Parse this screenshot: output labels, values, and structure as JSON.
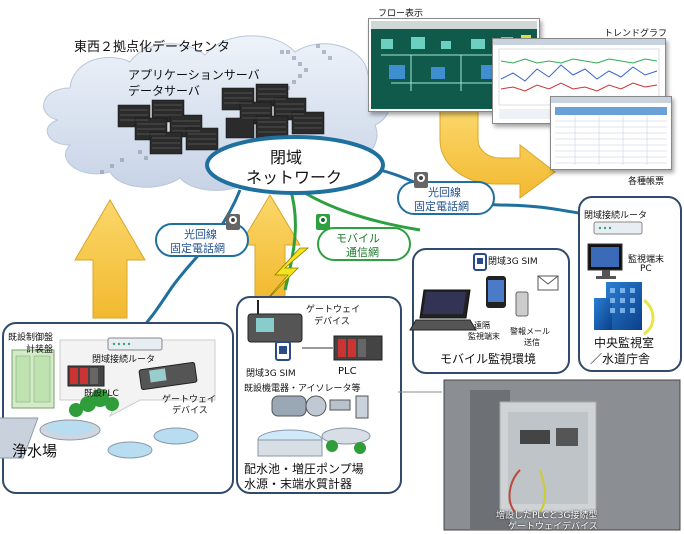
{
  "datacenter": {
    "title": "東西２拠点化データセンタ",
    "servers_line1": "アプリケーションサーバ",
    "servers_line2": "データサーバ"
  },
  "closed_network": {
    "line1": "閉域",
    "line2": "ネットワーク"
  },
  "screens": {
    "flow": "フロー表示",
    "trend": "トレンドグラフ",
    "reports": "各種帳票"
  },
  "links": {
    "optical_right_line1": "光回線",
    "optical_right_line2": "固定電話網",
    "optical_left_line1": "光回線",
    "optical_left_line2": "固定電話網",
    "mobile_line1": "モバイル",
    "mobile_line2": "通信網"
  },
  "water_plant": {
    "panel_line1": "既設制御盤",
    "panel_line2": "計装盤",
    "router": "閉域接続ルータ",
    "plc": "既設PLC",
    "gateway_line1": "ゲートウェイ",
    "gateway_line2": "デバイス",
    "name": "浄水場"
  },
  "pump_station": {
    "gateway_line1": "ゲートウェイ",
    "gateway_line2": "デバイス",
    "sim": "閉域3G SIM",
    "plc": "PLC",
    "instruments": "既設機電器・アイソレータ等",
    "name_line1": "配水池・増圧ポンプ場",
    "name_line2": "水源・末端水質計器"
  },
  "mobile_env": {
    "sim": "閉域3G SIM",
    "terminal_line1": "遠隔",
    "terminal_line2": "監視端末",
    "mail_line1": "警報メール",
    "mail_line2": "送信",
    "name": "モバイル監視環境"
  },
  "central": {
    "router": "閉域接続ルータ",
    "pc_line1": "監視端末",
    "pc_line2": "PC",
    "name_line1": "中央監視室",
    "name_line2": "／水道庁舎"
  },
  "photo": {
    "caption_line1": "増設したPLCと3G接続型",
    "caption_line2": "ゲートウェイデバイス"
  },
  "colors": {
    "arrow": "#f7c948",
    "arrow_edge": "#d9a52a",
    "network_line": "#1f6f9f",
    "mobile_line": "#2da040",
    "box_border": "#2f4a6a",
    "lightning": "#f2e51c"
  }
}
